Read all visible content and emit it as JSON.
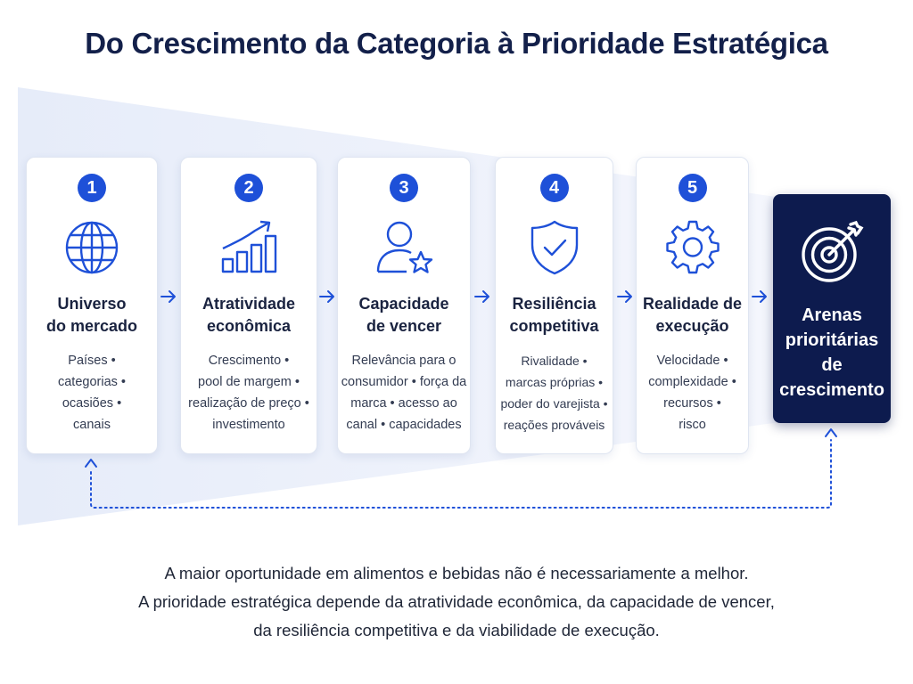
{
  "title": "Do Crescimento da Categoria à Prioridade Estratégica",
  "steps": [
    {
      "number": "1",
      "icon": "globe-icon",
      "title_lines": [
        "Universo",
        "do mercado"
      ],
      "desc_lines": [
        "Países •",
        "categorias •",
        "ocasiões •",
        "canais"
      ]
    },
    {
      "number": "2",
      "icon": "growth-chart-icon",
      "title_lines": [
        "Atratividade",
        "econômica"
      ],
      "desc_lines": [
        "Crescimento •",
        "pool de margem •",
        "realização de preço •",
        "investimento"
      ]
    },
    {
      "number": "3",
      "icon": "person-star-icon",
      "title_lines": [
        "Capacidade",
        "de vencer"
      ],
      "desc_lines": [
        "Relevância para o",
        "consumidor • força da",
        "marca • acesso ao",
        "canal • capacidades"
      ]
    },
    {
      "number": "4",
      "icon": "shield-check-icon",
      "title_lines": [
        "Resiliência",
        "competitiva"
      ],
      "desc_lines": [
        "Rivalidade •",
        "marcas próprias •",
        "poder do varejista •",
        "reações prováveis"
      ]
    },
    {
      "number": "5",
      "icon": "gear-icon",
      "title_lines": [
        "Realidade de",
        "execução"
      ],
      "desc_lines": [
        "Velocidade •",
        "complexidade •",
        "recursos •",
        "risco"
      ]
    }
  ],
  "outcome": {
    "icon": "target-icon",
    "label_lines": [
      "Arenas",
      "prioritárias",
      "de",
      "crescimento"
    ]
  },
  "footer_lines": [
    "A maior oportunidade em alimentos e bebidas não é necessariamente a melhor.",
    "A prioridade estratégica depende da atratividade econômica, da capacidade de vencer,",
    "da resiliência competitiva e da viabilidade de execução."
  ],
  "colors": {
    "accent": "#1e50d8",
    "dark_navy": "#0d1b4e",
    "title": "#13204a",
    "funnel": "#eef2fb"
  }
}
